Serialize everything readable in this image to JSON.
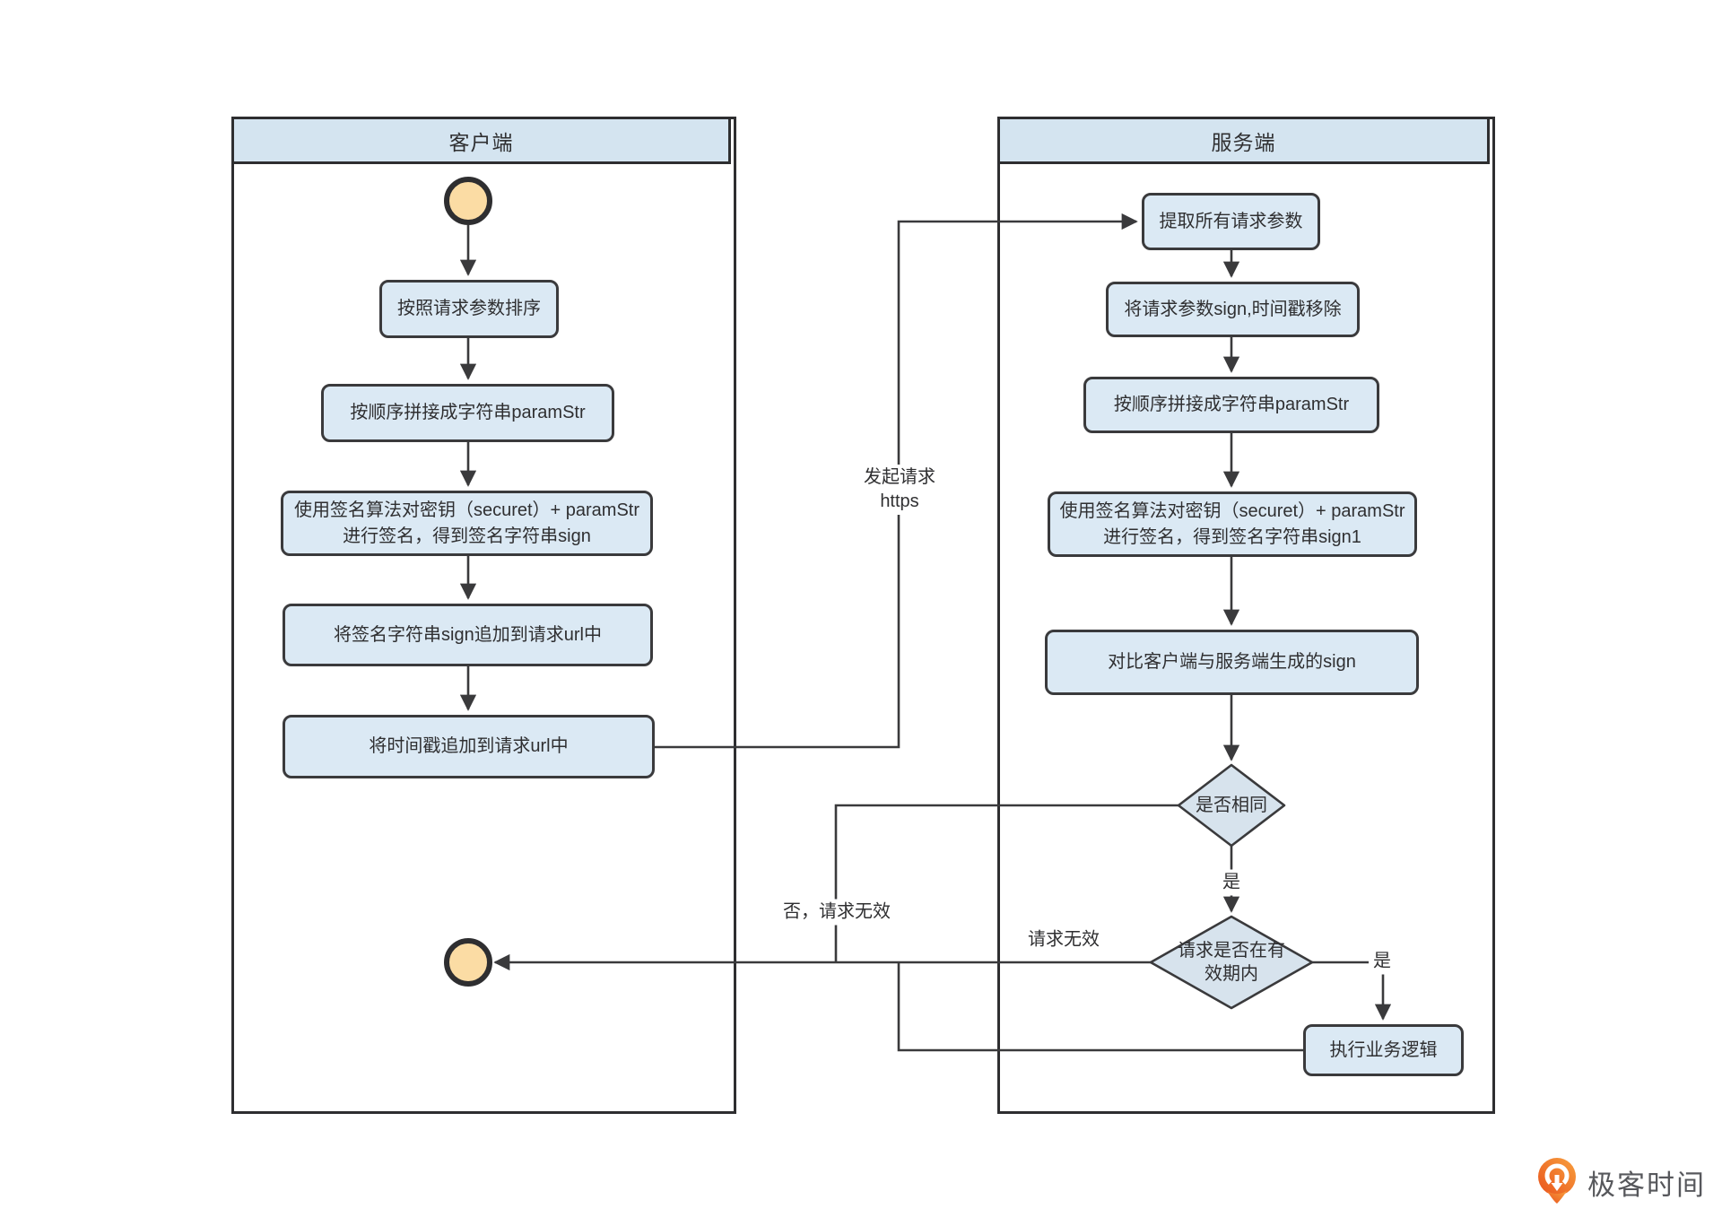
{
  "client": {
    "title": "客户端",
    "steps": [
      "按照请求参数排序",
      "按顺序拼接成字符串paramStr",
      "使用签名算法对密钥（securet）+ paramStr进行签名，得到签名字符串sign",
      "将签名字符串sign追加到请求url中",
      "将时间戳追加到请求url中"
    ]
  },
  "server": {
    "title": "服务端",
    "steps": [
      "提取所有请求参数",
      "将请求参数sign,时间戳移除",
      "按顺序拼接成字符串paramStr",
      "使用签名算法对密钥（securet）+ paramStr进行签名，得到签名字符串sign1",
      "对比客户端与服务端生成的sign"
    ],
    "decisions": [
      "是否相同",
      "请求是否在有效期内"
    ],
    "action": "执行业务逻辑"
  },
  "edge_labels": {
    "request_line1": "发起请求",
    "request_line2": "https",
    "yes_same": "是",
    "no_invalid": "否，请求无效",
    "invalid": "请求无效",
    "yes_valid": "是"
  },
  "branding": {
    "logo_text": "极客时间"
  },
  "colors": {
    "node_fill": "#dbe9f4",
    "header_fill": "#d4e4f0",
    "diamond_fill": "#d7e3ed",
    "stroke": "#3a3a3c",
    "terminal_fill": "#fbdca4",
    "logo_orange": "#ee5a24"
  }
}
